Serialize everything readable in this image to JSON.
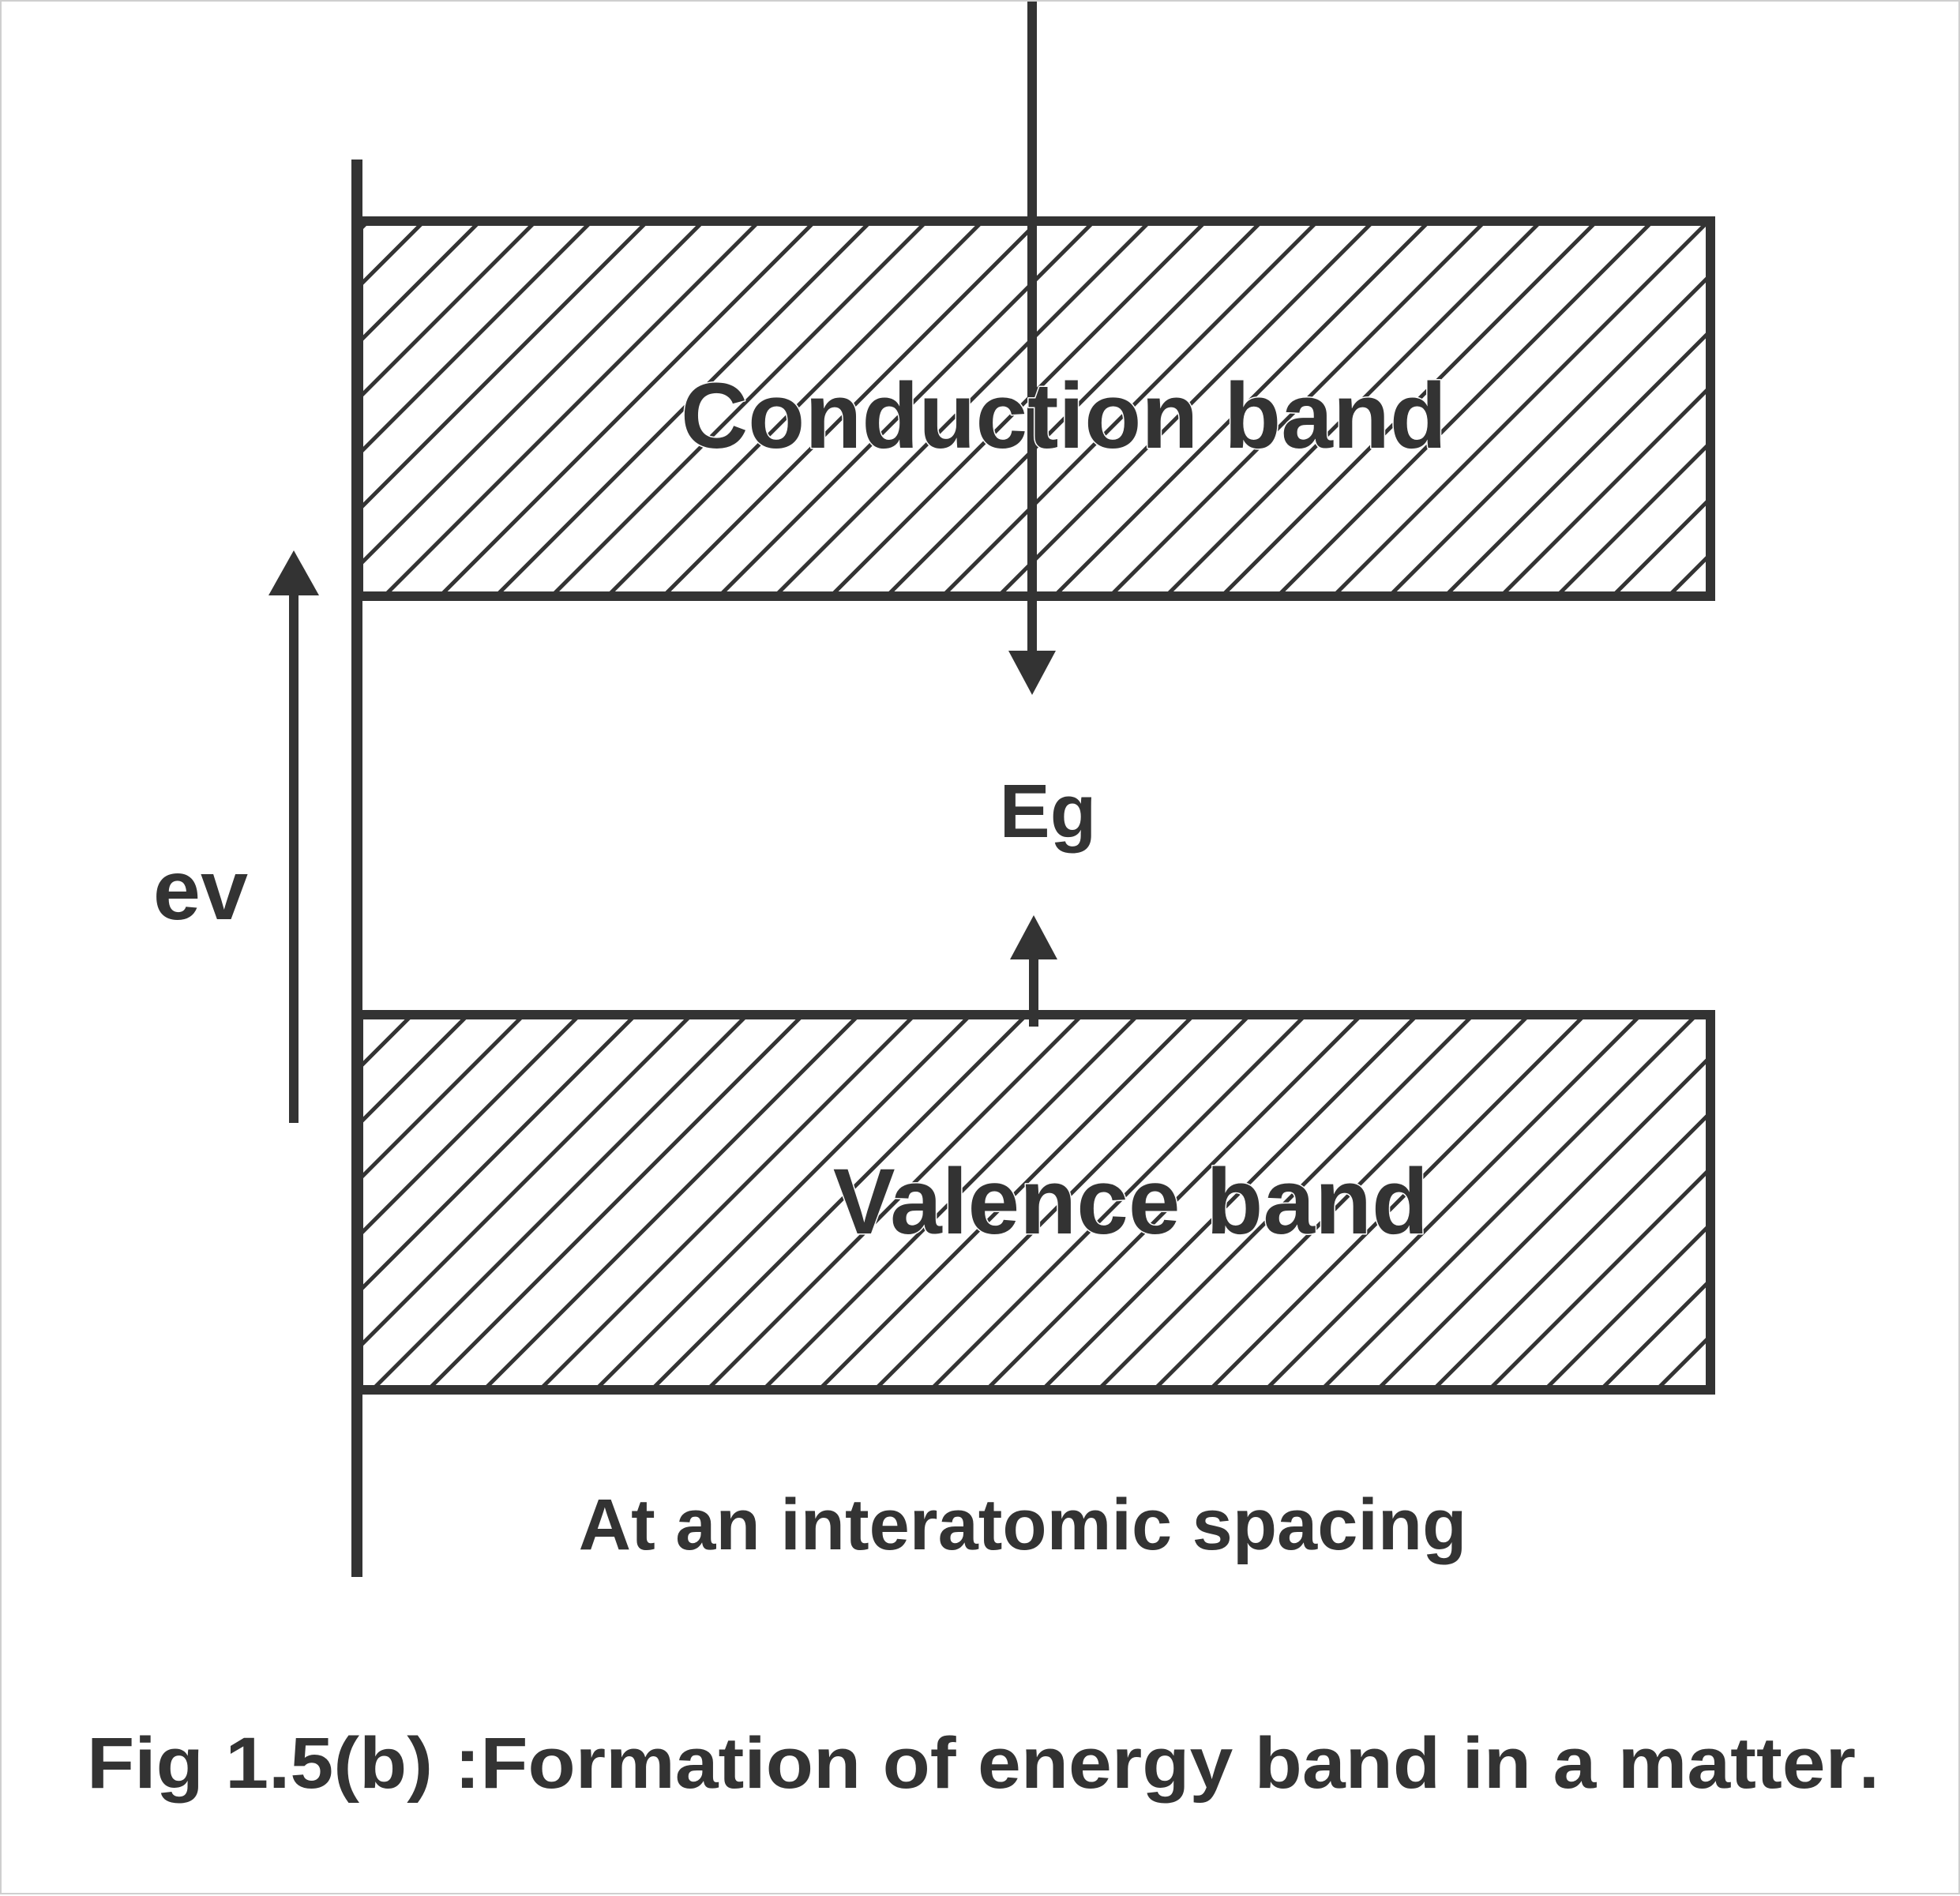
{
  "diagram": {
    "conduction_band_label": "Conduction band",
    "valence_band_label": "Valence band",
    "gap_label": "Eg",
    "energy_axis_label": "ev",
    "spacing_label": "At an interatomic spacing",
    "caption": "Fig 1.5(b) :Formation of energy band in a matter",
    "caption_period": "."
  },
  "colors": {
    "ink": "#333333",
    "background": "#ffffff"
  }
}
